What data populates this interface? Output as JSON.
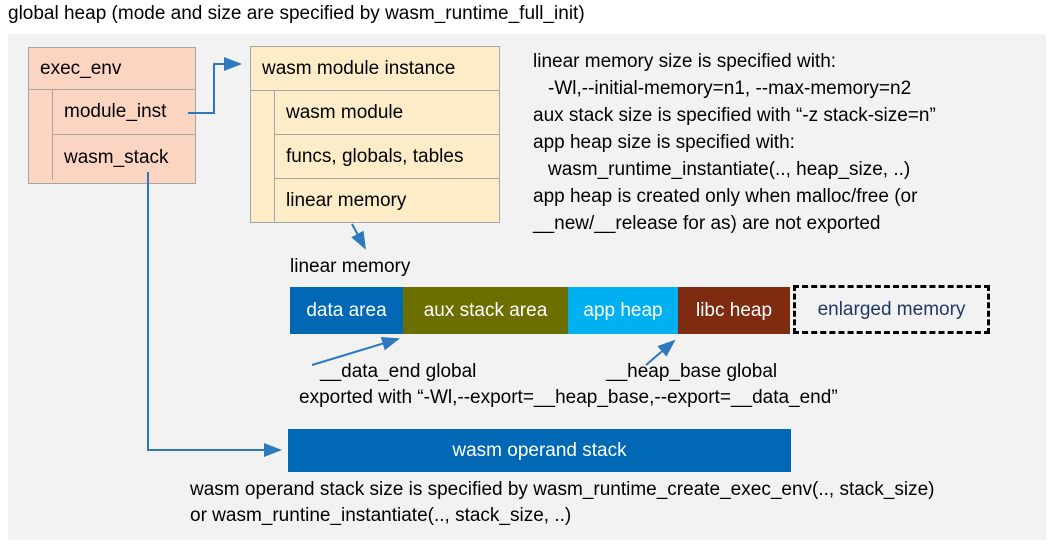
{
  "title": "global heap (mode and size are specified by wasm_runtime_full_init)",
  "colors": {
    "panel_bg": "#f2f2f2",
    "struct_pink": "#fbd5c2",
    "struct_yellow": "#fdecc8",
    "struct_border": "#a6a6a6",
    "arrow_blue": "#2e78bd",
    "data_area": "#0068b5",
    "aux_stack_area": "#6c6f00",
    "app_heap": "#00b0f0",
    "libc_heap": "#7f2b10",
    "operand_stack": "#0068b5",
    "enlarged_memory_text": "#1f3864"
  },
  "exec_env": {
    "header": "exec_env",
    "rows": [
      "module_inst",
      "wasm_stack"
    ]
  },
  "module_instance": {
    "header": "wasm module instance",
    "rows": [
      "wasm module",
      "funcs, globals, tables",
      "linear memory"
    ]
  },
  "info": {
    "lines": [
      "linear memory size is specified with:",
      "-Wl,--initial-memory=n1, --max-memory=n2",
      "aux stack size is specified with “-z stack-size=n”",
      "app heap size is specified with:",
      "wasm_runtime_instantiate(.., heap_size, ..)",
      "app heap is created only when malloc/free (or",
      "__new/__release for as) are not exported"
    ]
  },
  "linear_memory": {
    "label": "linear memory",
    "segments": [
      {
        "label": "data area"
      },
      {
        "label": "aux stack area"
      },
      {
        "label": "app heap"
      },
      {
        "label": "libc heap"
      },
      {
        "label": "enlarged memory"
      }
    ]
  },
  "annotations": {
    "data_end": "__data_end global",
    "heap_base": "__heap_base global",
    "exported": "exported with “-Wl,--export=__heap_base,--export=__data_end”"
  },
  "operand_stack": {
    "label": "wasm operand stack"
  },
  "footer": {
    "lines": [
      "wasm operand stack size is specified by wasm_runtime_create_exec_env(.., stack_size)",
      "or wasm_runtine_instantiate(.., stack_size, ..)"
    ]
  }
}
